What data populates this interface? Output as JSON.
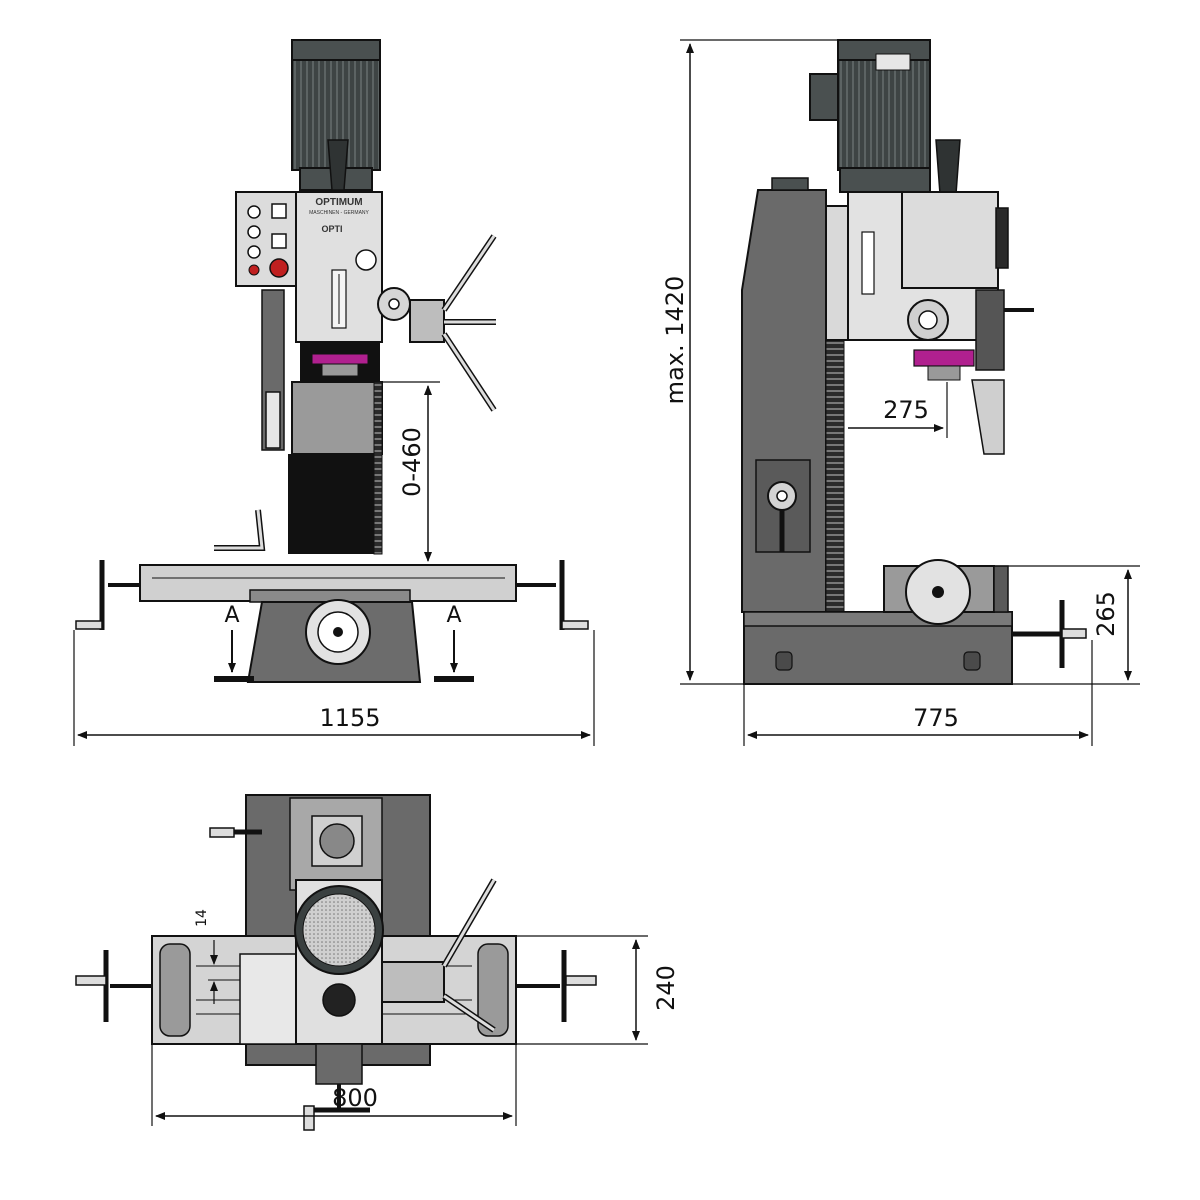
{
  "drawing": {
    "front_view": {
      "brand": "OPTIMUM",
      "brand_sub": "MASCHINEN - GERMANY",
      "model": "OPTI",
      "section_left": "A",
      "section_right": "A",
      "dim_width": "1155",
      "dim_stroke": "0-460"
    },
    "side_view": {
      "dim_height": "max. 1420",
      "dim_throat": "275",
      "dim_table_height": "265",
      "dim_depth": "775"
    },
    "top_view": {
      "dim_slot": "14",
      "dim_table_width": "240",
      "dim_table_length": "800"
    }
  },
  "colors": {
    "dark_gray": "#555555",
    "mid_gray": "#8a8a8a",
    "light_gray": "#d9d9d9",
    "motor": "#4a5050",
    "accent_magenta": "#b0208f",
    "accent_red": "#c02020",
    "line": "#111111"
  }
}
